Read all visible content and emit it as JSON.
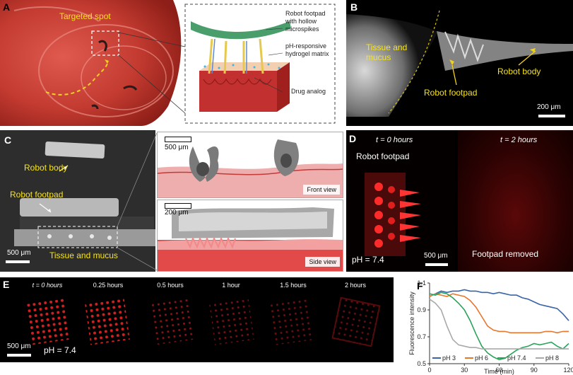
{
  "panel_a": {
    "letter": "A",
    "targeted_spot": "Targeted spot",
    "label_footpad": "Robot footpad\nwith hollow\nmicrospikes",
    "label_hydrogel": "pH-responsive\nhydrogel matrix",
    "label_drug": "Drug analog"
  },
  "panel_b": {
    "letter": "B",
    "tissue": "Tissue and\nmucus",
    "footpad": "Robot footpad",
    "body": "Robot body",
    "scale": "200 μm"
  },
  "panel_c": {
    "letter": "C",
    "body": "Robot body",
    "footpad": "Robot footpad",
    "tissue": "Tissue and mucus",
    "scale_main": "500 μm",
    "scale_front": "500 μm",
    "scale_side": "200 μm",
    "front_view": "Front view",
    "side_view": "Side view"
  },
  "panel_d": {
    "letter": "D",
    "t0": "t = 0 hours",
    "t2": "t = 2 hours",
    "footpad": "Robot footpad",
    "ph": "pH = 7.4",
    "scale": "500 μm",
    "removed": "Footpad removed"
  },
  "panel_e": {
    "letter": "E",
    "times": [
      "t = 0 hours",
      "0.25 hours",
      "0.5 hours",
      "1 hour",
      "1.5 hours",
      "2 hours"
    ],
    "scale": "500 μm",
    "ph": "pH = 7.4"
  },
  "panel_f": {
    "letter": "F",
    "colors": {
      "ph3": "#3a64a8",
      "ph6": "#e8762b",
      "ph74": "#2aa35a",
      "ph8": "#a9a9a9"
    },
    "chart_data": {
      "type": "line",
      "xlabel": "Time (min)",
      "ylabel": "Fluorescence intensity",
      "xlim": [
        0,
        120
      ],
      "ylim": [
        0.5,
        1.1
      ],
      "xticks": [
        "0",
        "30",
        "60",
        "90",
        "120"
      ],
      "yticks": [
        "0.5",
        "0.7",
        "0.9",
        "1.1"
      ],
      "legend_position": "bottom",
      "series": [
        {
          "name": "pH 3",
          "color": "#3a64a8",
          "x": [
            0,
            5,
            10,
            15,
            20,
            25,
            30,
            35,
            40,
            45,
            50,
            55,
            60,
            65,
            70,
            75,
            80,
            85,
            90,
            95,
            100,
            105,
            110,
            115,
            120
          ],
          "y": [
            1.0,
            1.02,
            1.04,
            1.03,
            1.04,
            1.04,
            1.05,
            1.04,
            1.04,
            1.03,
            1.03,
            1.02,
            1.03,
            1.02,
            1.01,
            1.01,
            0.99,
            0.98,
            0.96,
            0.94,
            0.93,
            0.92,
            0.91,
            0.87,
            0.82
          ]
        },
        {
          "name": "pH 6",
          "color": "#e8762b",
          "x": [
            0,
            5,
            10,
            15,
            20,
            25,
            30,
            35,
            40,
            45,
            50,
            55,
            60,
            65,
            70,
            75,
            80,
            85,
            90,
            95,
            100,
            105,
            110,
            115,
            120
          ],
          "y": [
            1.0,
            1.02,
            1.01,
            1.0,
            1.02,
            1.01,
            1.0,
            0.97,
            0.92,
            0.85,
            0.78,
            0.75,
            0.74,
            0.74,
            0.73,
            0.73,
            0.73,
            0.73,
            0.73,
            0.73,
            0.74,
            0.74,
            0.73,
            0.74,
            0.74
          ]
        },
        {
          "name": "pH 7.4",
          "color": "#2aa35a",
          "x": [
            0,
            5,
            10,
            15,
            20,
            25,
            30,
            35,
            40,
            45,
            50,
            55,
            60,
            65,
            70,
            75,
            80,
            85,
            90,
            95,
            100,
            105,
            110,
            115,
            120
          ],
          "y": [
            1.02,
            1.01,
            1.03,
            1.02,
            0.99,
            0.95,
            0.9,
            0.82,
            0.72,
            0.63,
            0.58,
            0.55,
            0.53,
            0.54,
            0.57,
            0.6,
            0.62,
            0.63,
            0.65,
            0.64,
            0.65,
            0.66,
            0.63,
            0.61,
            0.65
          ]
        },
        {
          "name": "pH 8",
          "color": "#a9a9a9",
          "x": [
            0,
            5,
            10,
            15,
            20,
            25,
            30,
            35,
            40,
            45,
            50,
            55,
            60,
            65,
            70,
            75,
            80,
            85,
            90,
            95,
            100,
            105,
            110,
            115,
            120
          ],
          "y": [
            0.98,
            0.95,
            0.9,
            0.78,
            0.68,
            0.64,
            0.63,
            0.62,
            0.62,
            0.61,
            0.61,
            0.61,
            0.61,
            0.61,
            0.61,
            0.61,
            0.61,
            0.61,
            0.61,
            0.61,
            0.61,
            0.61,
            0.61,
            0.61,
            0.61
          ]
        }
      ]
    }
  }
}
